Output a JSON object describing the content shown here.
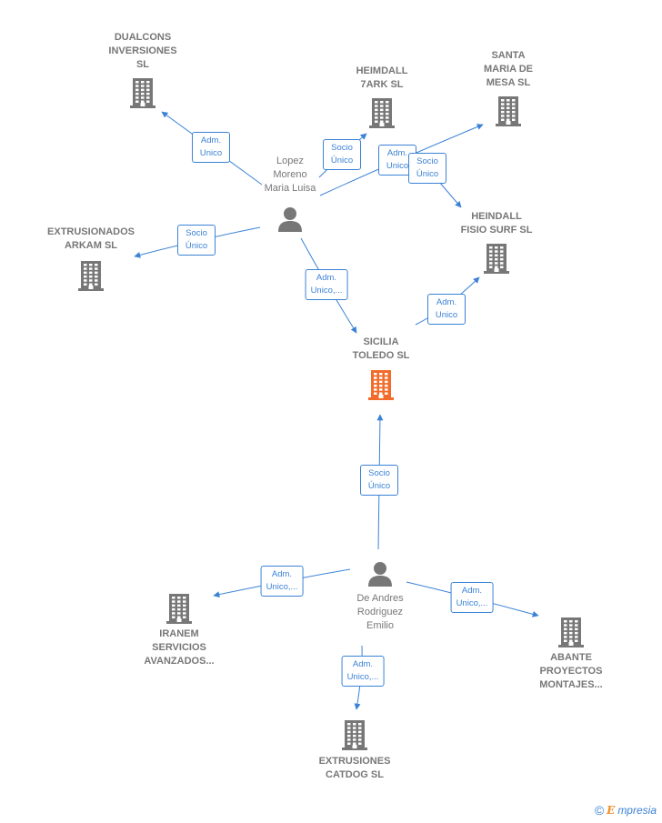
{
  "colors": {
    "edge": "#3b82d6",
    "company": "#777777",
    "focal_company": "#f26b2a",
    "person": "#777777",
    "label": "#777777"
  },
  "nodes": [
    {
      "id": "dualcons",
      "kind": "company",
      "label": "DUALCONS\nINVERSIONES\nSL"
    },
    {
      "id": "heimdall7ark",
      "kind": "company",
      "label": "HEIMDALL\n7ARK  SL"
    },
    {
      "id": "santamaria",
      "kind": "company",
      "label": "SANTA\nMARIA DE\nMESA SL"
    },
    {
      "id": "lopez",
      "kind": "person",
      "label": "Lopez\nMoreno\nMaria Luisa"
    },
    {
      "id": "heindall",
      "kind": "company",
      "label": "HEINDALL\nFISIO SURF  SL"
    },
    {
      "id": "extrusionados",
      "kind": "company",
      "label": "EXTRUSIONADOS\nARKAM  SL"
    },
    {
      "id": "sicilia",
      "kind": "focal",
      "label": "SICILIA\nTOLEDO  SL"
    },
    {
      "id": "deandres",
      "kind": "person",
      "label": "De Andres\nRodriguez\nEmilio"
    },
    {
      "id": "iranem",
      "kind": "company",
      "label": "IRANEM\nSERVICIOS\nAVANZADOS..."
    },
    {
      "id": "abante",
      "kind": "company",
      "label": "ABANTE\nPROYECTOS\nMONTAJES..."
    },
    {
      "id": "extrusiones",
      "kind": "company",
      "label": "EXTRUSIONES\nCATDOG  SL"
    }
  ],
  "edges": [
    {
      "from": "lopez",
      "to": "dualcons",
      "label": "Adm.\nUnico"
    },
    {
      "from": "lopez",
      "to": "heimdall7ark",
      "label": "Socio\nÚnico"
    },
    {
      "from": "lopez",
      "to": "santamaria",
      "label": "Adm.\nUnico"
    },
    {
      "from": "lopez",
      "to": "heindall",
      "label": "Socio\nÚnico"
    },
    {
      "from": "lopez",
      "to": "extrusionados",
      "label": "Socio\nÚnico"
    },
    {
      "from": "lopez",
      "to": "sicilia",
      "label": "Adm.\nUnico,..."
    },
    {
      "from": "sicilia",
      "to": "heindall",
      "label": "Adm.\nUnico"
    },
    {
      "from": "deandres",
      "to": "sicilia",
      "label": "Socio\nÚnico"
    },
    {
      "from": "deandres",
      "to": "iranem",
      "label": "Adm.\nUnico,..."
    },
    {
      "from": "deandres",
      "to": "abante",
      "label": "Adm.\nUnico,..."
    },
    {
      "from": "deandres",
      "to": "extrusiones",
      "label": "Adm.\nUnico,..."
    }
  ],
  "brand": {
    "copyright": "©",
    "initial": "E",
    "rest": "mpresia"
  }
}
